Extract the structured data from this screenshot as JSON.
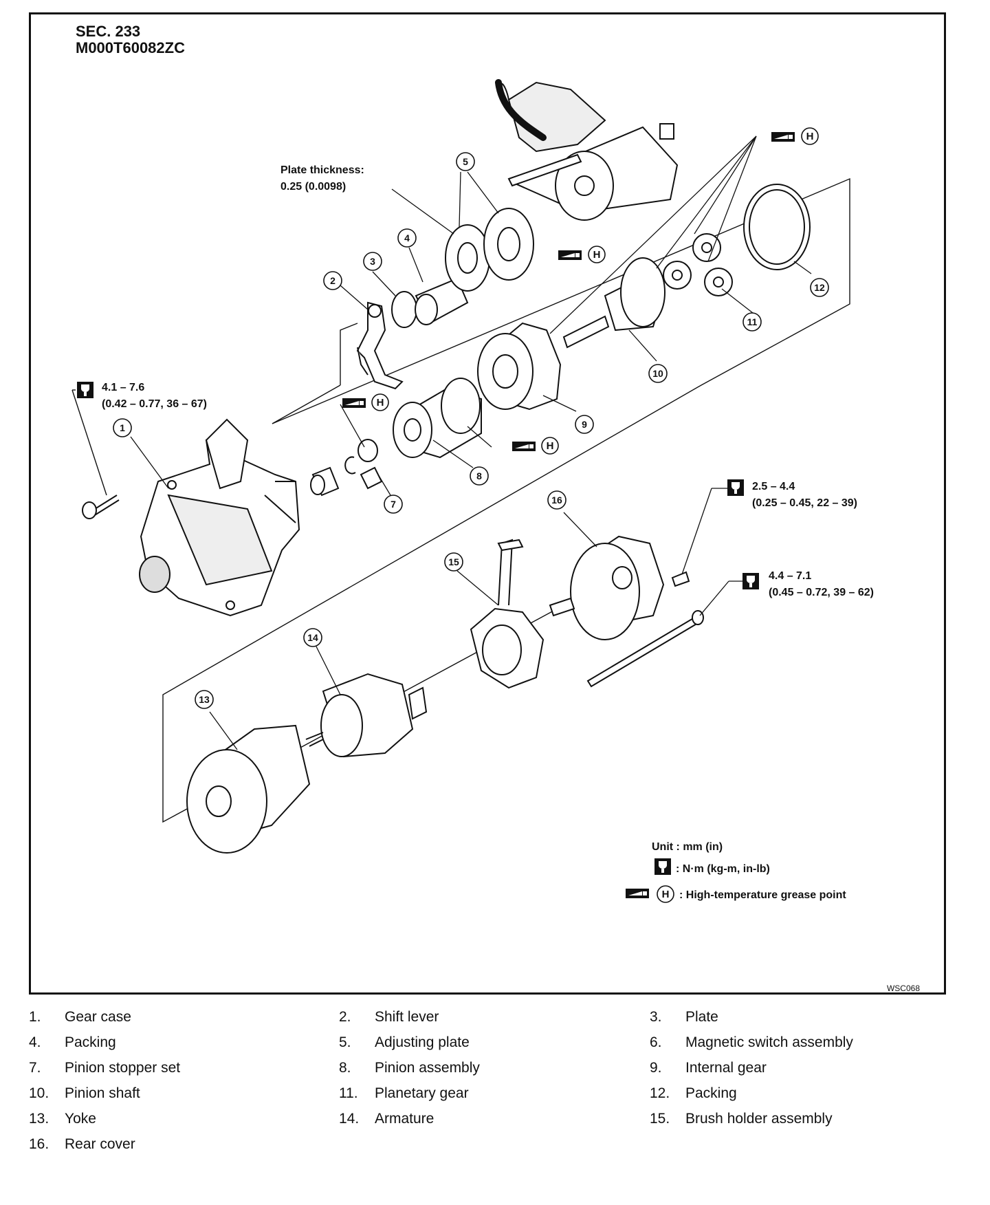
{
  "header": {
    "section": "SEC. 233",
    "code": "M000T60082ZC"
  },
  "callouts": {
    "plate_thickness_label": "Plate thickness:",
    "plate_thickness_value": "0.25 (0.0098)",
    "torque_1_main": "4.1 – 7.6",
    "torque_1_sub": "(0.42 – 0.77, 36 – 67)",
    "torque_2_main": "2.5 – 4.4",
    "torque_2_sub": "(0.25 – 0.45, 22 – 39)",
    "torque_3_main": "4.4 – 7.1",
    "torque_3_sub": "(0.45 – 0.72, 39 – 62)",
    "grease_letter": "H"
  },
  "unit_legend": {
    "unit": "Unit : mm (in)",
    "torque": ": N·m (kg-m, in-lb)",
    "grease": ": High-temperature grease point"
  },
  "figure_code": "WSC068",
  "part_numbers": [
    "1",
    "2",
    "3",
    "4",
    "5",
    "6",
    "7",
    "8",
    "9",
    "10",
    "11",
    "12",
    "13",
    "14",
    "15",
    "16"
  ],
  "parts": [
    {
      "num": "1.",
      "name": "Gear case"
    },
    {
      "num": "2.",
      "name": "Shift lever"
    },
    {
      "num": "3.",
      "name": "Plate"
    },
    {
      "num": "4.",
      "name": "Packing"
    },
    {
      "num": "5.",
      "name": "Adjusting plate"
    },
    {
      "num": "6.",
      "name": "Magnetic switch assembly"
    },
    {
      "num": "7.",
      "name": "Pinion stopper set"
    },
    {
      "num": "8.",
      "name": "Pinion assembly"
    },
    {
      "num": "9.",
      "name": "Internal gear"
    },
    {
      "num": "10.",
      "name": "Pinion shaft"
    },
    {
      "num": "11.",
      "name": "Planetary gear"
    },
    {
      "num": "12.",
      "name": "Packing"
    },
    {
      "num": "13.",
      "name": "Yoke"
    },
    {
      "num": "14.",
      "name": "Armature"
    },
    {
      "num": "15.",
      "name": "Brush holder assembly"
    },
    {
      "num": "16.",
      "name": "Rear cover"
    }
  ]
}
